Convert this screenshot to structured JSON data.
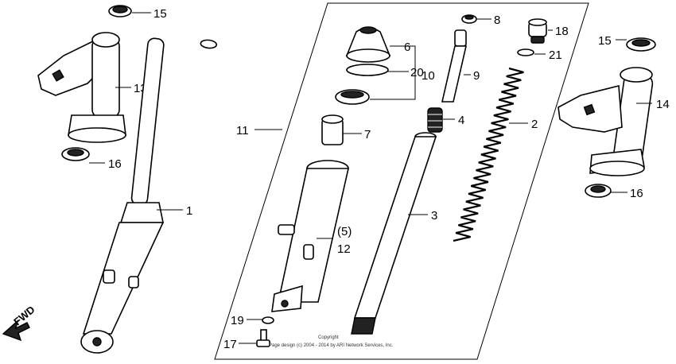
{
  "callouts": {
    "c15_left": "15",
    "c13": "13",
    "c16_left": "16",
    "c1": "1",
    "c11": "11",
    "c6": "6",
    "c20": "20",
    "c10": "10",
    "c7": "7",
    "c5": "(5)",
    "c12": "12",
    "c19": "19",
    "c17": "17",
    "c8": "8",
    "c9": "9",
    "c4": "4",
    "c3": "3",
    "c18": "18",
    "c21": "21",
    "c2": "2",
    "c15_right": "15",
    "c14": "14",
    "c16_right": "16"
  },
  "fwd_label": "FWD",
  "copyright": {
    "line1": "Copyright",
    "line2": "Page design (c) 2004 - 2014 by ARI Network Services, Inc."
  }
}
